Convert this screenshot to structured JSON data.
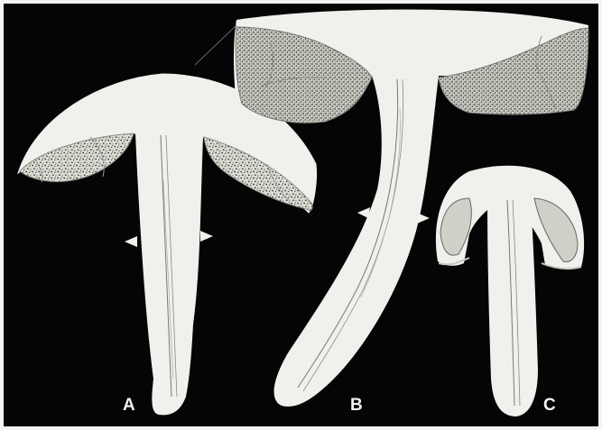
{
  "plate": {
    "background": "#050505",
    "border": "#f4f4f4",
    "mushroom_fill": "#f0f0ec",
    "gill_fill": "#d8d8d0",
    "stipple": "#2a2a2a",
    "outline": "#9a9a94"
  },
  "figures": [
    {
      "id": "A",
      "label": "A"
    },
    {
      "id": "B",
      "label": "B"
    },
    {
      "id": "C",
      "label": "C"
    }
  ]
}
